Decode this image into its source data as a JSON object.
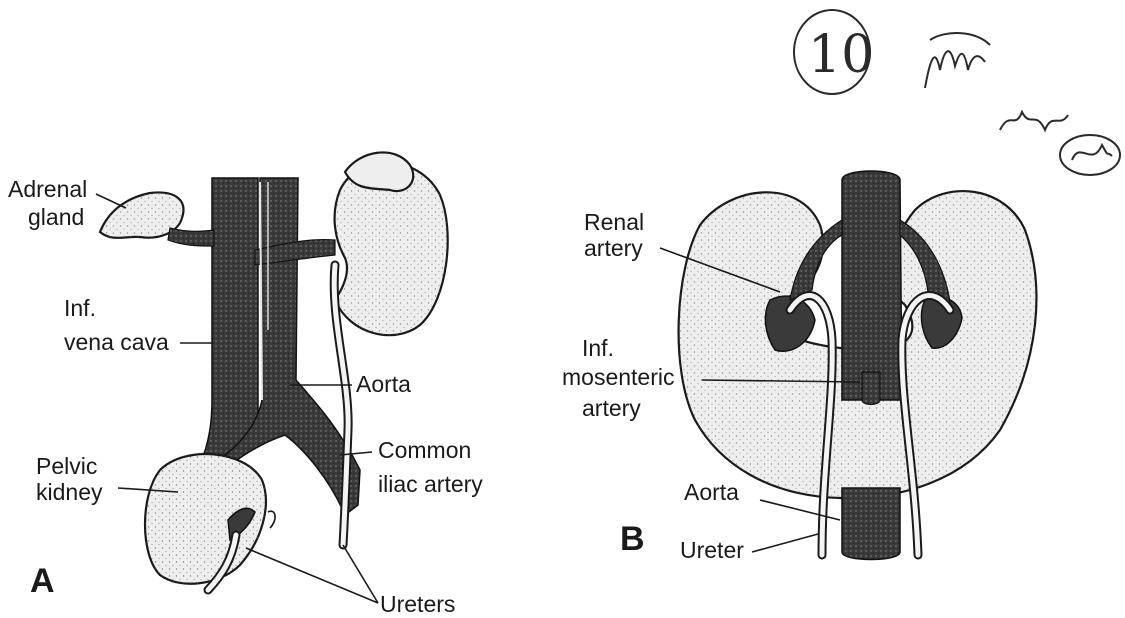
{
  "panels": {
    "a": {
      "letter": "A",
      "labels": {
        "adrenal_gland_1": "Adrenal",
        "adrenal_gland_2": "gland",
        "inf_vena_cava_1": "Inf.",
        "inf_vena_cava_2": "vena cava",
        "aorta": "Aorta",
        "pelvic_kidney_1": "Pelvic",
        "pelvic_kidney_2": "kidney",
        "common_iliac_1": "Common",
        "common_iliac_2": "iliac artery",
        "ureters": "Ureters"
      }
    },
    "b": {
      "letter": "B",
      "labels": {
        "renal_artery_1": "Renal",
        "renal_artery_2": "artery",
        "inf_mesenteric_1": "Inf.",
        "inf_mesenteric_2": "mosenteric",
        "inf_mesenteric_3": "artery",
        "aorta": "Aorta",
        "ureter": "Ureter"
      }
    }
  },
  "annotations": {
    "circled_number": "10"
  },
  "colors": {
    "vessel_fill": "#3a3a3a",
    "organ_fill": "#eeeeee",
    "ink": "#1a1a1a"
  }
}
